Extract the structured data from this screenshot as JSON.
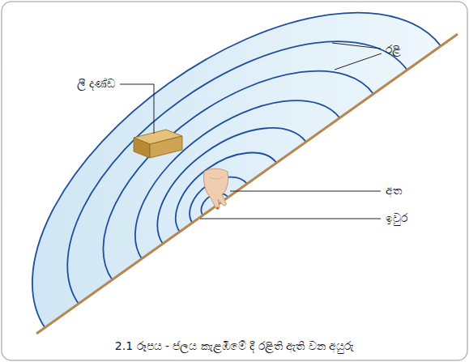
{
  "diagram": {
    "caption": "2.1 රූපය - ජලය කැළඹීමේ දී රළිති ඇති වන අයුරු",
    "labels": [
      "රළි",
      "ලී දණ්ඩ",
      "අත",
      "ඉවුර"
    ]
  }
}
